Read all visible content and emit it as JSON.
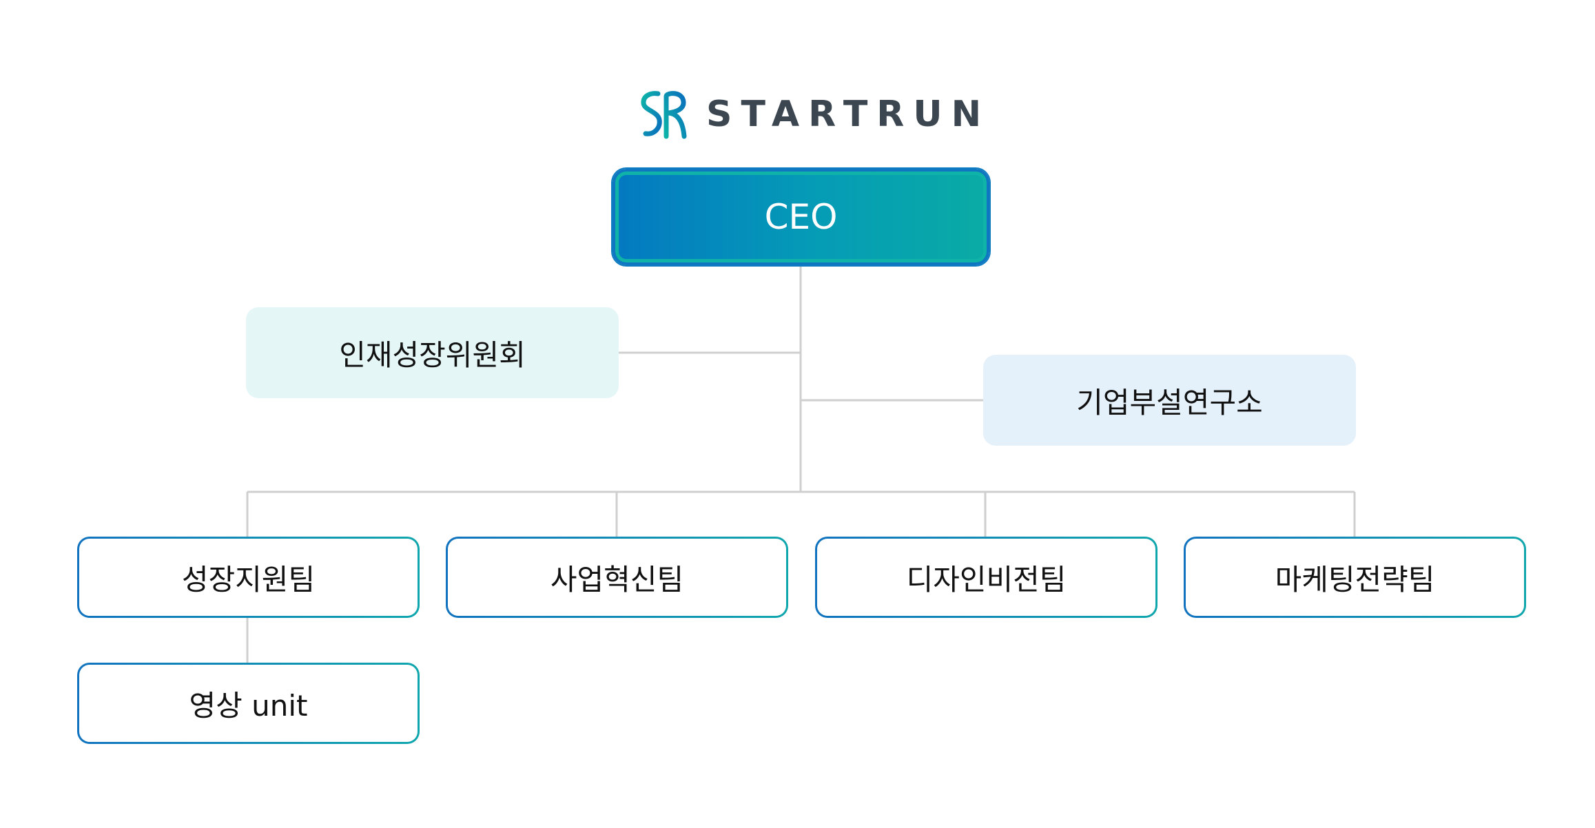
{
  "logo": {
    "name": "STARTRUN",
    "colors": {
      "text": "#3b4650",
      "mark_blue": "#0a6fbd",
      "mark_teal": "#0db3a8"
    }
  },
  "chart": {
    "ceo": {
      "label": "CEO"
    },
    "advisory": [
      {
        "label": "인재성장위원회",
        "background": "#e5f6f6"
      },
      {
        "label": "기업부설연구소",
        "background": "#e5f1fa"
      }
    ],
    "teams": [
      {
        "label": "성장지원팀"
      },
      {
        "label": "사업혁신팀"
      },
      {
        "label": "디자인비전팀"
      },
      {
        "label": "마케팅전략팀"
      }
    ],
    "sub_units": [
      {
        "label": "영상 unit",
        "parent": "성장지원팀"
      }
    ]
  },
  "colors": {
    "ceo_gradient_start": "#0379c1",
    "ceo_gradient_end": "#0aaba5",
    "team_border_start": "#1173bf",
    "team_border_end": "#10a6ad",
    "connector": "#cfcfcf"
  }
}
